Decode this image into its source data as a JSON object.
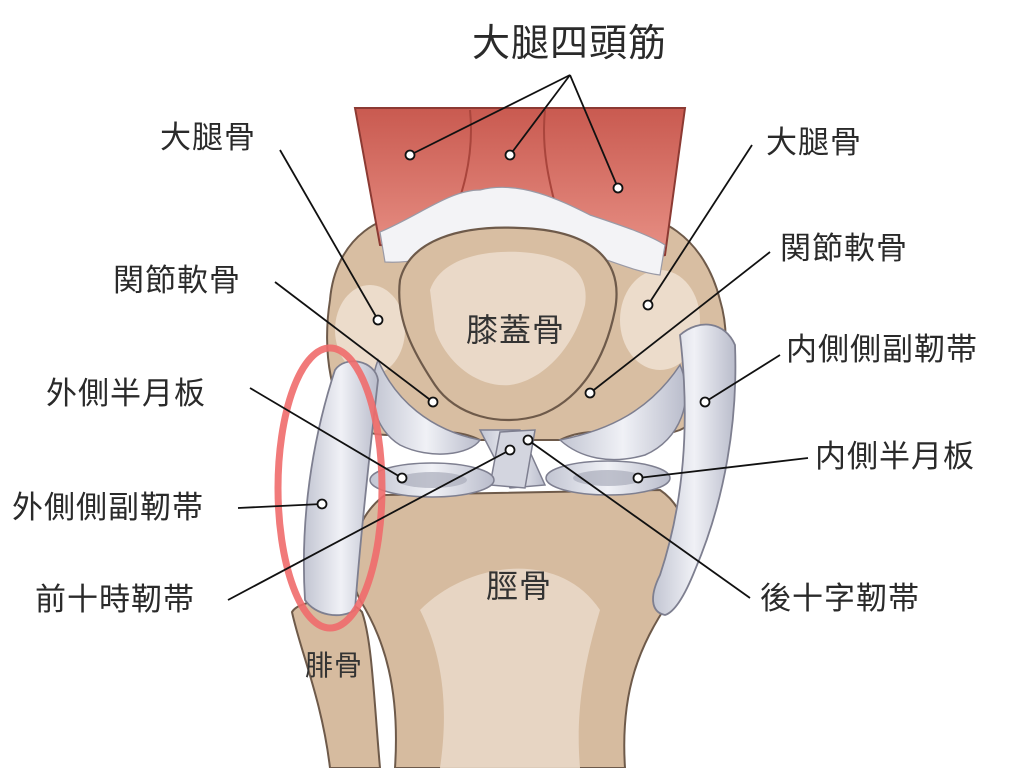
{
  "diagram": {
    "title": "大腿四頭筋",
    "labels": {
      "femur_left": "大腿骨",
      "femur_right": "大腿骨",
      "cartilage_left": "関節軟骨",
      "cartilage_right": "関節軟骨",
      "patella": "膝蓋骨",
      "lateral_meniscus": "外側半月板",
      "medial_meniscus": "内側半月板",
      "lateral_collateral": "外側側副靭帯",
      "medial_collateral": "内側側副靭帯",
      "acl": "前十時靭帯",
      "pcl": "後十字靭帯",
      "tibia": "脛骨",
      "fibula": "腓骨"
    },
    "colors": {
      "muscle": "#d9776c",
      "muscle_dark": "#b94f45",
      "bone": "#d8bea2",
      "bone_light": "#ebdccb",
      "ligament": "#c9cbd6",
      "ligament_light": "#eceef4",
      "outline": "#6e5a4a",
      "highlight_ring": "#f06b6b",
      "leader_line": "#111111"
    }
  }
}
